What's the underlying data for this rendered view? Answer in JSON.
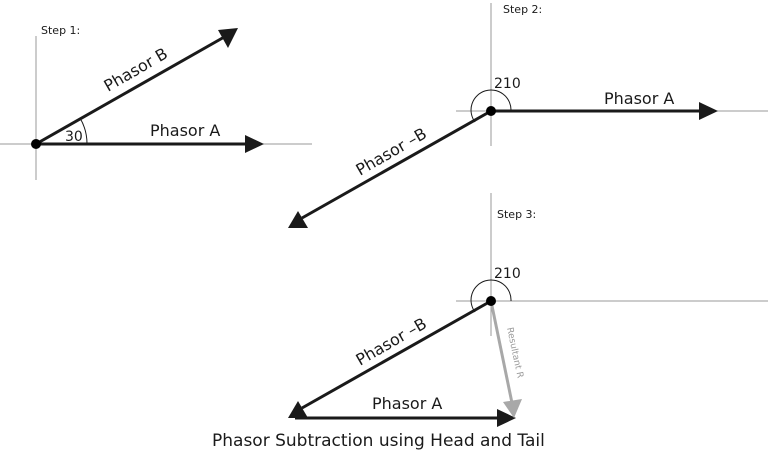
{
  "diagram": {
    "caption": "Phasor Subtraction using Head and Tail",
    "colors": {
      "vector": "#1a1a1a",
      "resultant": "#a8a8a8",
      "axis": "#9a9a9a"
    },
    "step1": {
      "label": "Step 1:",
      "angle_label": "30",
      "phasor_a": "Phasor A",
      "phasor_b": "Phasor B"
    },
    "step2": {
      "label": "Step 2:",
      "angle_label": "210",
      "phasor_a": "Phasor A",
      "phasor_neg_b": "Phasor –B"
    },
    "step3": {
      "label": "Step 3:",
      "angle_label": "210",
      "phasor_a": "Phasor A",
      "phasor_neg_b": "Phasor –B",
      "resultant": "Resultant R"
    }
  }
}
